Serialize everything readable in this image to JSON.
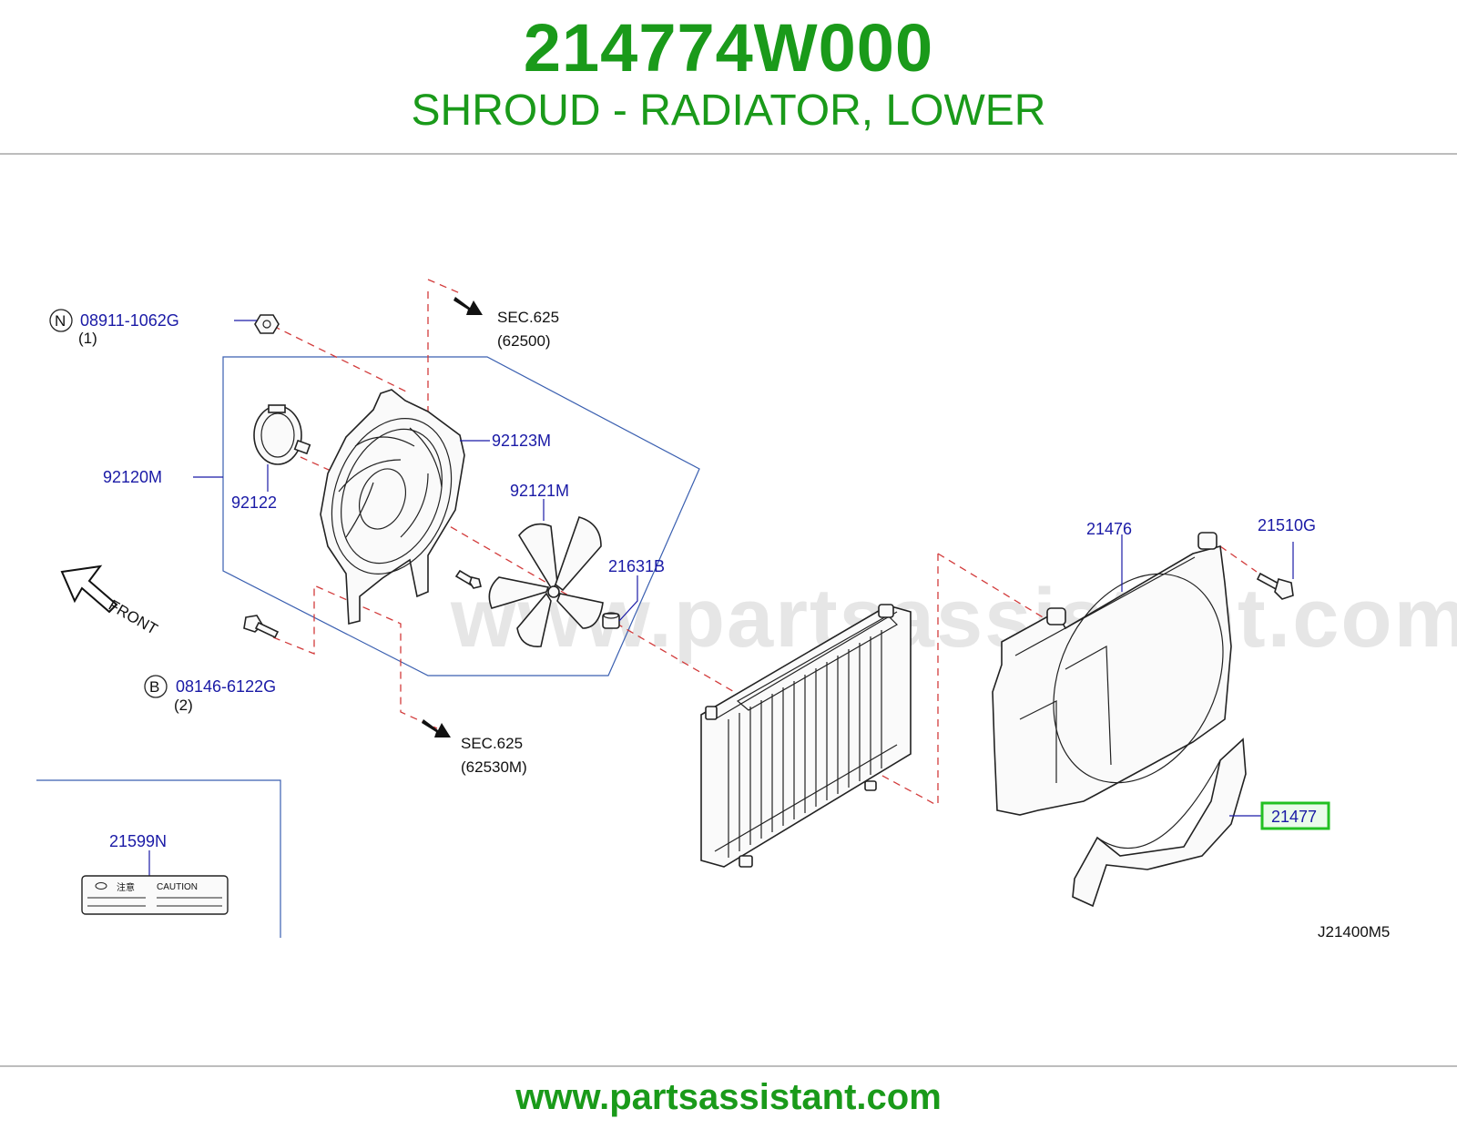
{
  "header": {
    "part_number": "214774W000",
    "part_name": "SHROUD - RADIATOR, LOWER"
  },
  "diagram": {
    "watermark": "www.partsassistant.com",
    "callouts": {
      "nut_marker": "N",
      "nut_part": "08911-1062G",
      "nut_qty": "(1)",
      "bolt_marker": "B",
      "bolt_part": "08146-6122G",
      "bolt_qty": "(2)",
      "sec_upper": "SEC.625",
      "sec_upper_ref": "(62500)",
      "sec_lower": "SEC.625",
      "sec_lower_ref": "(62530M)",
      "fan_assembly": "92120M",
      "motor": "92122",
      "fan_shroud": "92123M",
      "fan": "92121M",
      "spacer": "21631B",
      "upper_shroud": "21476",
      "shroud_bolt": "21510G",
      "lower_shroud": "21477",
      "caution_label": "21599N",
      "front_label": "FRONT",
      "caution_kanji": "注意",
      "caution_text": "CAUTION",
      "diagram_code": "J21400M5"
    },
    "highlight_color": "#22c022"
  },
  "footer": {
    "url": "www.partsassistant.com"
  }
}
